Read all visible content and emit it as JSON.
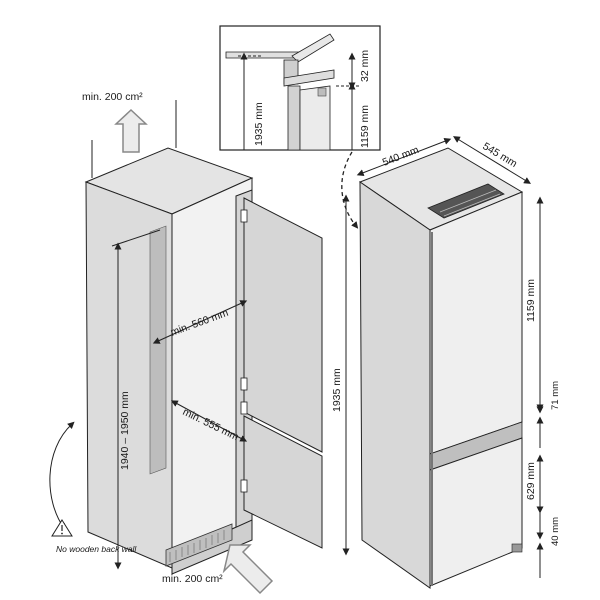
{
  "labels": {
    "top_vent": "min. 200 cm²",
    "bottom_vent": "min. 200 cm²",
    "niche_height": "1940 – 1950 mm",
    "niche_width": "min. 560 mm",
    "niche_depth": "min. 555 mm",
    "no_wooden_back_wall": "No wooden back wall",
    "detail_height": "1935 mm",
    "detail_upper": "1159 mm",
    "detail_gap": "32 mm",
    "appliance_width": "540 mm",
    "appliance_depth": "545 mm",
    "appliance_height": "1935 mm",
    "upper_door": "1159 mm",
    "door_gap": "71 mm",
    "lower_door": "629 mm",
    "base_gap": "40 mm"
  },
  "colors": {
    "line": "#222222",
    "panel": "#dcdcdc",
    "panel_dark": "#c8c8c8",
    "arrow_fill": "#ececec",
    "arrow_stroke": "#888888"
  }
}
